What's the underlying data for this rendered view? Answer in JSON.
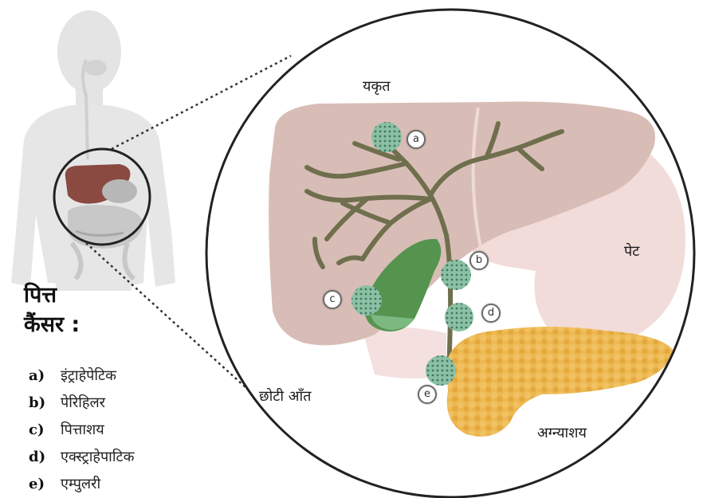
{
  "title": {
    "line1": "पित्त",
    "line2": "कैंसर :"
  },
  "organ_labels": {
    "liver": "यकृत",
    "stomach": "पेट",
    "small_intestine": "छोटी आँत",
    "pancreas": "अग्न्याशय"
  },
  "markers": [
    "a",
    "b",
    "c",
    "d",
    "e"
  ],
  "legend": [
    {
      "key": "a)",
      "text": "इंट्राहेपेटिक"
    },
    {
      "key": "b)",
      "text": "पेरिहिलर"
    },
    {
      "key": "c)",
      "text": "पित्ताशय"
    },
    {
      "key": "d)",
      "text": "एक्स्ट्राहेपाटिक"
    },
    {
      "key": "e)",
      "text": "एम्पुलरी"
    }
  ],
  "colors": {
    "liver": "#d9bdb7",
    "bile_duct": "#6e6e4c",
    "gallbladder": "#4e8a52",
    "tumor": "#7fb49a",
    "pancreas": "#e8b24a",
    "stomach": "#f0d8d6",
    "body_silhouette": "#e6e6e6"
  }
}
